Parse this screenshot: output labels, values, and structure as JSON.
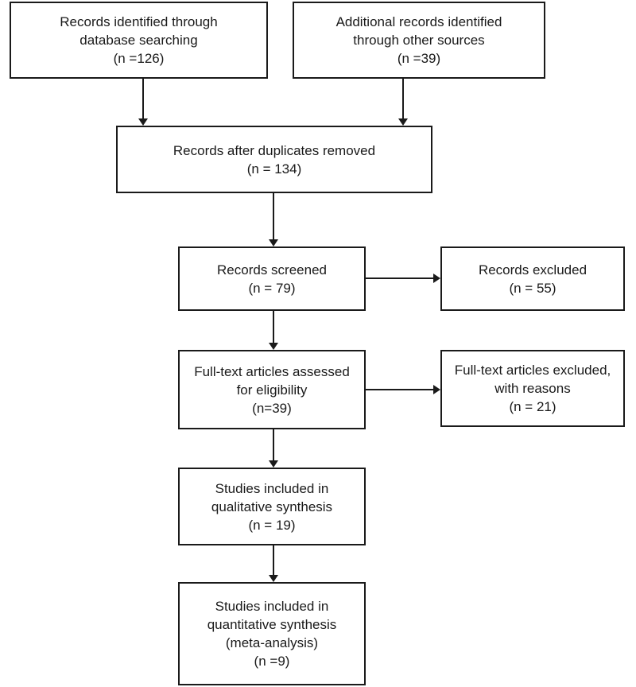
{
  "boxes": {
    "database_searching": "Records identified through\ndatabase searching\n(n =126)",
    "other_sources": "Additional records identified\nthrough other sources\n(n =39)",
    "duplicates_removed": "Records after duplicates removed\n(n = 134)",
    "records_screened": "Records screened\n(n = 79)",
    "records_excluded": "Records excluded\n(n = 55)",
    "fulltext_assessed": "Full-text articles assessed\nfor eligibility\n(n=39)",
    "fulltext_excluded": "Full-text articles excluded,\nwith reasons\n(n =  21)",
    "qualitative": "Studies included in\nqualitative synthesis\n(n = 19)",
    "quantitative": "Studies included in\nquantitative synthesis\n(meta-analysis)\n(n =9)"
  }
}
